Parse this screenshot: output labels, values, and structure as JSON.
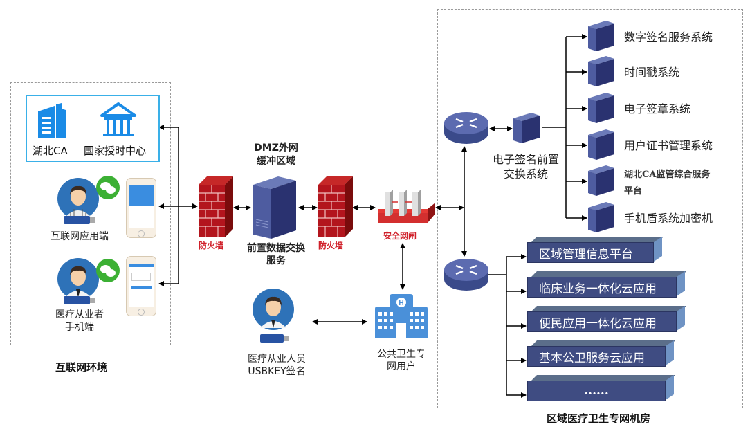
{
  "zones": {
    "internet": {
      "label": "互联网环境"
    },
    "dmz": {
      "label_line1": "DMZ外网",
      "label_line2": "缓冲区域"
    },
    "private": {
      "label": "区域医疗卫生专网机房"
    }
  },
  "internet": {
    "ca": {
      "label": "湖北CA",
      "icon": "building-icon"
    },
    "time_center": {
      "label": "国家授时中心",
      "icon": "institution-icon"
    },
    "app_client": {
      "label": "互联网应用端",
      "icon": "user-avatar-icon"
    },
    "mobile_client": {
      "label_line1": "医疗从业者",
      "label_line2": "手机端",
      "icon": "doctor-avatar-icon"
    }
  },
  "dmz": {
    "firewall_left": {
      "label": "防火墙"
    },
    "exchange_server": {
      "label_line1": "前置数据交换",
      "label_line2": "服务"
    },
    "firewall_right": {
      "label": "防火墙"
    },
    "gatekeeper": {
      "label": "安全网闸"
    }
  },
  "public_users": {
    "usbkey_user": {
      "label_line1": "医疗从业人员",
      "label_line2": "USBKEY签名"
    },
    "public_health": {
      "label_line1": "公共卫生专",
      "label_line2": "网用户"
    }
  },
  "private": {
    "front_exchange": {
      "label_line1": "电子签名前置",
      "label_line2": "交换系统"
    },
    "systems": [
      {
        "label": "数字签名服务系统"
      },
      {
        "label": "时间戳系统"
      },
      {
        "label": "电子签章系统"
      },
      {
        "label": "用户证书管理系统"
      },
      {
        "label_line1": "湖北CA监管综合服务",
        "label_line2": "平台"
      },
      {
        "label": "手机盾系统加密机"
      }
    ],
    "apps": [
      {
        "label": "区域管理信息平台"
      },
      {
        "label": "临床业务一体化云应用"
      },
      {
        "label": "便民应用一体化云应用"
      },
      {
        "label": "基本公卫服务云应用"
      },
      {
        "label": "......"
      }
    ]
  },
  "colors": {
    "firewall": "#b3151d",
    "server": "#3f4c82",
    "ca_blue": "#1a8be6",
    "avatar_blue": "#2e72b8",
    "wechat_green": "#3cb034",
    "alert_red": "#d0202a"
  }
}
